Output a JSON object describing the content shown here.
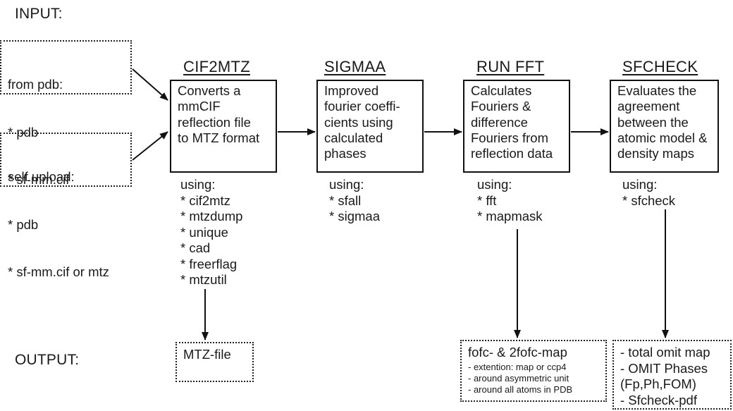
{
  "labels": {
    "input": "INPUT:",
    "output": "OUTPUT:"
  },
  "inputs": [
    {
      "heading": "from pdb:",
      "items": [
        "* pdb",
        "* sf-mm.cif"
      ]
    },
    {
      "heading": "self upload:",
      "items": [
        "* pdb",
        "* sf-mm.cif or mtz"
      ]
    }
  ],
  "steps": [
    {
      "title": "CIF2MTZ",
      "description": "Converts a\nmmCIF\nreflection file\nto MTZ format",
      "using": "using:\n* cif2mtz\n* mtzdump\n* unique\n* cad\n* freerflag\n* mtzutil"
    },
    {
      "title": "SIGMAA",
      "description": "Improved\nfourier coeffi-\ncients using\ncalculated\nphases",
      "using": "using:\n* sfall\n* sigmaa"
    },
    {
      "title": "RUN FFT",
      "description": "Calculates\nFouriers &\ndifference\nFouriers from\nreflection data",
      "using": "using:\n* fft\n* mapmask"
    },
    {
      "title": "SFCHECK",
      "description": "Evaluates the\nagreement\nbetween the\natomic model &\ndensity maps",
      "using": "using:\n* sfcheck"
    }
  ],
  "outputs": {
    "mtz": "MTZ-file",
    "fft_title": "fofc- & 2fofc-map",
    "fft_notes": "- extention: map or ccp4\n- around asymmetric unit\n- around all atoms in PDB",
    "sfcheck": "- total omit map\n- OMIT Phases\n(Fp,Ph,FOM)\n- Sfcheck-pdf"
  }
}
